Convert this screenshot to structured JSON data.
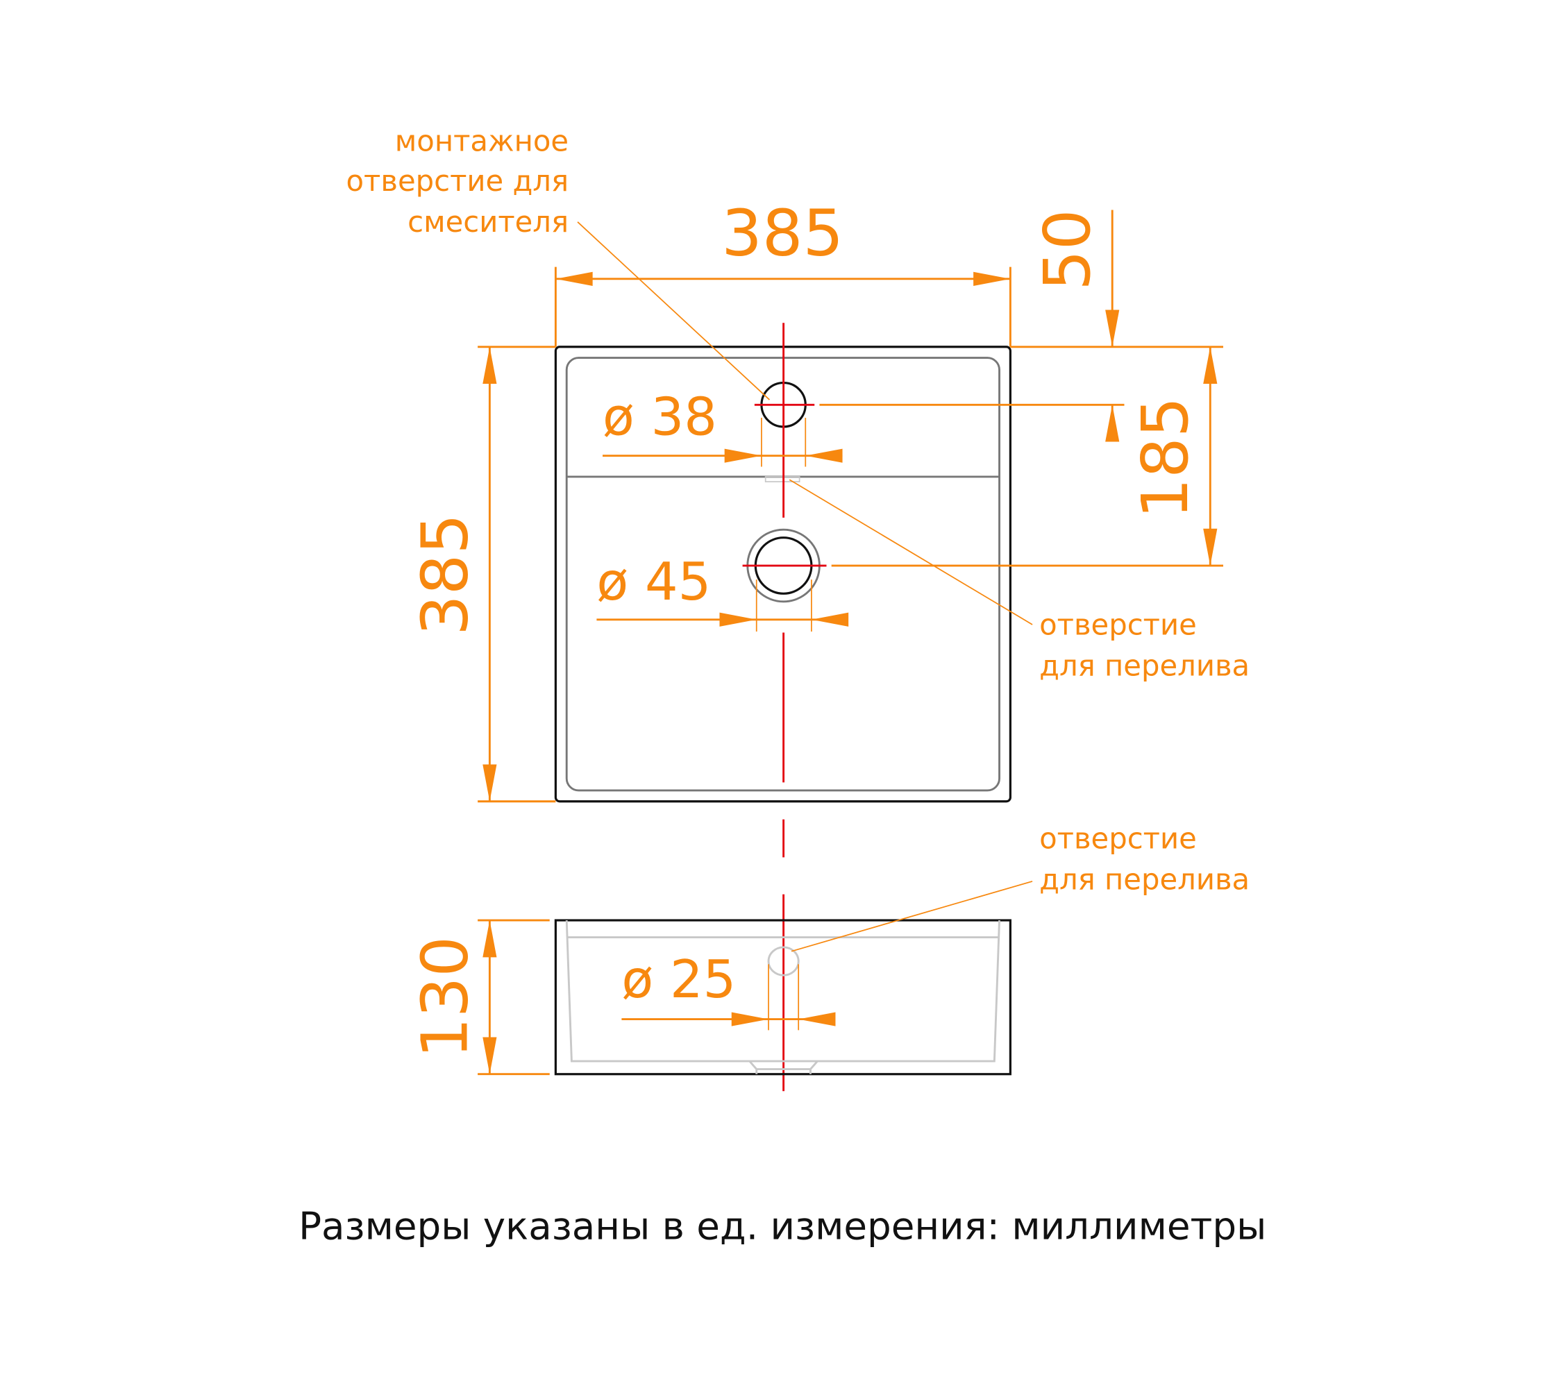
{
  "dimensions": {
    "top_width": "385",
    "left_depth": "385",
    "right_faucet_offset": "50",
    "right_drain_offset": "185",
    "side_height": "130",
    "faucet_hole_diameter": "ø 38",
    "drain_diameter": "ø 45",
    "overflow_diameter": "ø 25"
  },
  "labels": {
    "faucet_hole": [
      "монтажное",
      "отверстие для",
      "смесителя"
    ],
    "overflow_top": [
      "отверстие",
      "для перелива"
    ],
    "overflow_side": [
      "отверстие",
      "для перелива"
    ]
  },
  "footer": "Размеры указаны в ед. измерения: миллиметры",
  "colors": {
    "dimension": "#f7880f",
    "centerline": "#e30613",
    "outline": "#111111"
  }
}
